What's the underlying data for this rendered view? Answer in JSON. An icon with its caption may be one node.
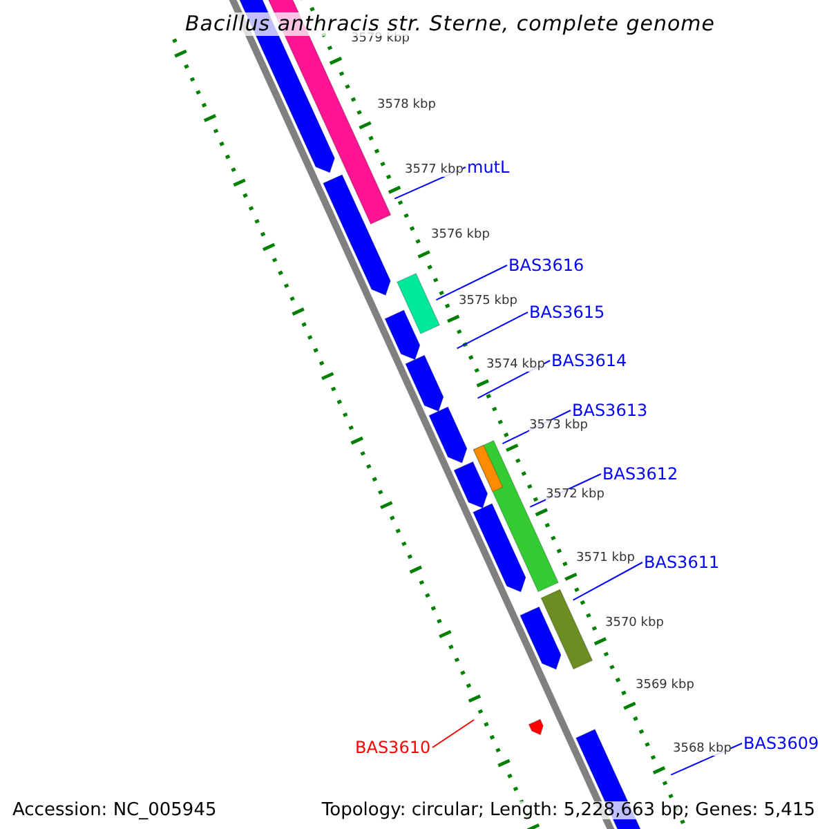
{
  "diagram": {
    "title": "Bacillus anthracis str. Sterne, complete genome",
    "nodes": [
      {
        "text": [
          "mutL"
        ]
      },
      {
        "text": [
          "BAS3616"
        ]
      },
      {
        "text": [
          "BAS3615"
        ]
      },
      {
        "text": [
          "BAS3614"
        ]
      },
      {
        "text": [
          "BAS3613"
        ]
      },
      {
        "text": [
          "BAS3612"
        ]
      },
      {
        "text": [
          "BAS3611"
        ]
      },
      {
        "text": [
          "BAS3610"
        ]
      },
      {
        "text": [
          "BAS3609"
        ]
      }
    ],
    "edges": [
      {
        "from": 0,
        "to": null,
        "arrow": "none"
      },
      {
        "from": 1,
        "to": null,
        "arrow": "none"
      },
      {
        "from": 2,
        "to": null,
        "arrow": "none"
      },
      {
        "from": 3,
        "to": null,
        "arrow": "none"
      },
      {
        "from": 4,
        "to": null,
        "arrow": "none"
      },
      {
        "from": 5,
        "to": null,
        "arrow": "none"
      },
      {
        "from": 6,
        "to": null,
        "arrow": "none"
      },
      {
        "from": 7,
        "to": null,
        "arrow": "none",
        "color": "#ff0000"
      },
      {
        "from": 8,
        "to": null,
        "arrow": "none"
      }
    ],
    "labels": [
      "3579 kbp",
      "3578 kbp",
      "3577 kbp",
      "3576 kbp",
      "3575 kbp",
      "3574 kbp",
      "3573 kbp",
      "3572 kbp",
      "3571 kbp",
      "3570 kbp",
      "3569 kbp",
      "3568 kbp",
      "Accession: NC_005945",
      "Topology: circular; Length: 5,228,663 bp; Genes: 5,415"
    ]
  }
}
